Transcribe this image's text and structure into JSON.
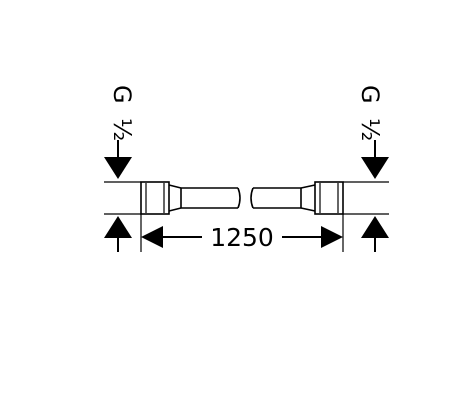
{
  "dimension": {
    "length_label": "1250"
  },
  "connectors": {
    "left": {
      "thread_letter": "G",
      "thread_size": "½"
    },
    "right": {
      "thread_letter": "G",
      "thread_size": "½"
    }
  },
  "colors": {
    "line": "#000000",
    "background": "#ffffff"
  }
}
